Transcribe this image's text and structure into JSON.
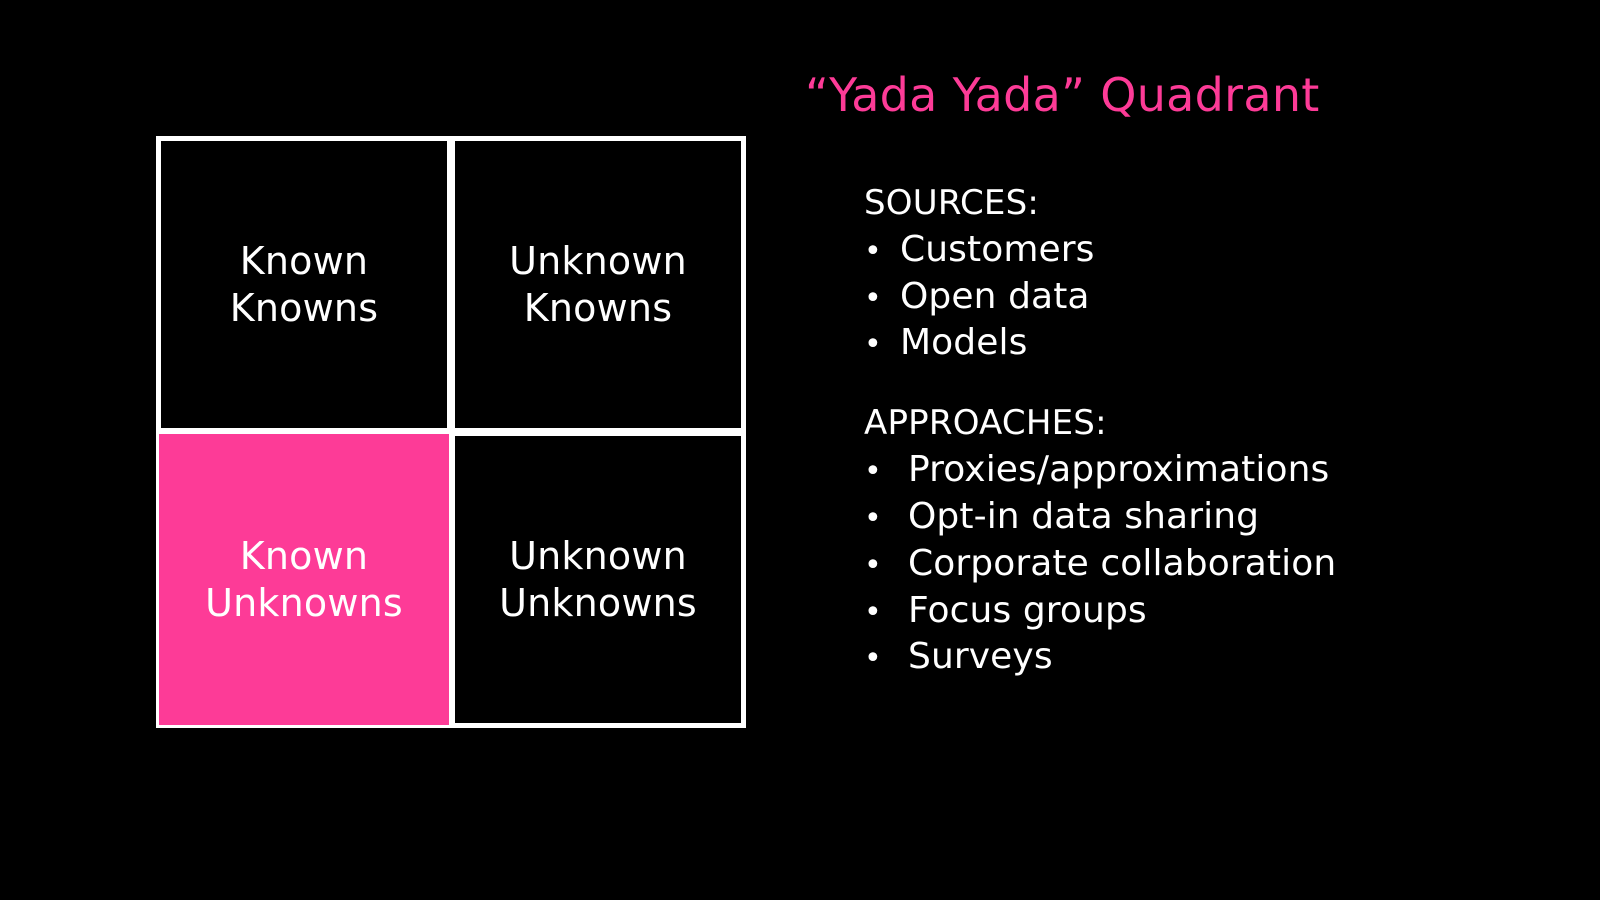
{
  "slide": {
    "background_color": "#000000",
    "accent_color": "#fd3b97",
    "text_color": "#ffffff",
    "title": "“Yada Yada” Quadrant"
  },
  "matrix": {
    "cells": [
      {
        "label": "Known\nKnowns",
        "highlighted": false
      },
      {
        "label": "Unknown\nKnowns",
        "highlighted": false
      },
      {
        "label": "Known\nUnknowns",
        "highlighted": true
      },
      {
        "label": "Unknown\nUnknowns",
        "highlighted": false
      }
    ]
  },
  "panel": {
    "sources": {
      "heading": "SOURCES:",
      "bullet_glyph": "•",
      "items": [
        "Customers",
        "Open data",
        "Models"
      ]
    },
    "approaches": {
      "heading": "APPROACHES:",
      "bullet_glyph": "•",
      "items": [
        "Proxies/approximations",
        "Opt-in data sharing",
        "Corporate collaboration",
        "Focus groups",
        "Surveys"
      ]
    }
  }
}
